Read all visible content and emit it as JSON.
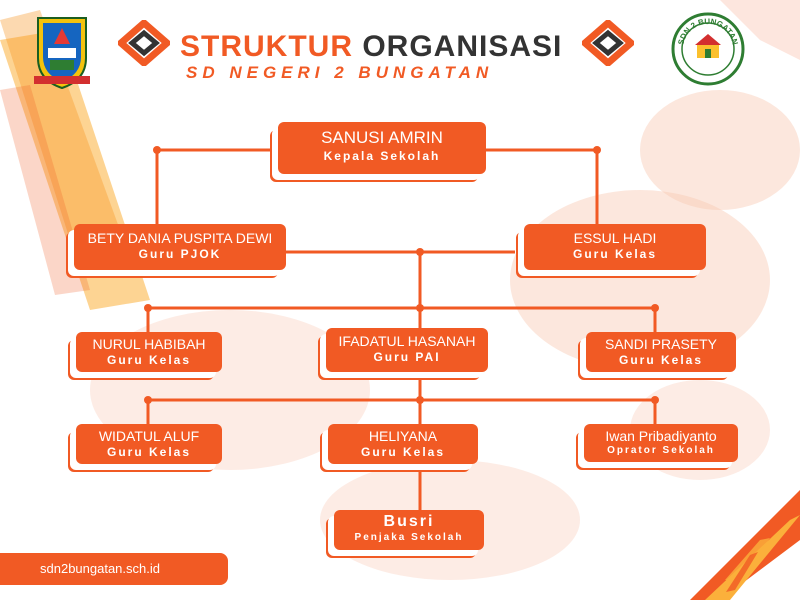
{
  "header": {
    "title_part1": "STRUKTUR",
    "title_part2": "ORGANISASI",
    "subtitle": "SD NEGERI 2 BUNGATAN"
  },
  "logo_right_text": "SDN 2 BUNGATAN",
  "org": {
    "head": {
      "name": "SANUSI AMRIN",
      "role": "Kepala Sekolah"
    },
    "level2": [
      {
        "name": "BETY DANIA PUSPITA DEWI",
        "role": "Guru PJOK"
      },
      {
        "name": "ESSUL HADI",
        "role": "Guru Kelas"
      }
    ],
    "level3": [
      {
        "name": "NURUL HABIBAH",
        "role": "Guru Kelas"
      },
      {
        "name": "IFADATUL HASANAH",
        "role": "Guru PAI"
      },
      {
        "name": "SANDI PRASETY",
        "role": "Guru Kelas"
      }
    ],
    "level4": [
      {
        "name": "WIDATUL ALUF",
        "role": "Guru Kelas"
      },
      {
        "name": "HELIYANA",
        "role": "Guru Kelas"
      },
      {
        "name": "Iwan Pribadiyanto",
        "role": "Oprator Sekolah"
      }
    ],
    "level5": [
      {
        "name": "Busri",
        "role": "Penjaka Sekolah"
      }
    ]
  },
  "footer": {
    "website": "sdn2bungatan.sch.id"
  },
  "colors": {
    "accent": "#f15a24",
    "text_dark": "#333333",
    "light": "#fde3d6"
  }
}
